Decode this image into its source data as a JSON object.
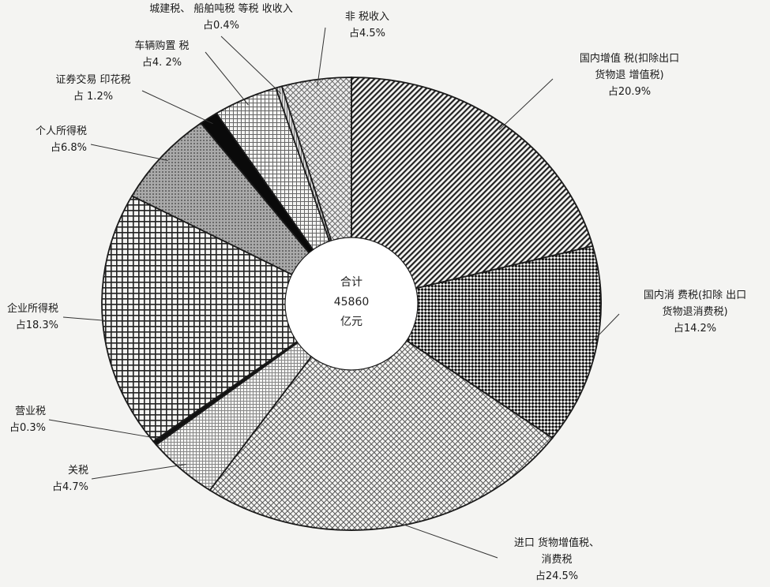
{
  "chart_data": {
    "type": "pie",
    "center_label": [
      "合计",
      "45860",
      "亿元"
    ],
    "slices": [
      {
        "label_lines": [
          "国内增值 税(扣除出口",
          "货物退 增值税)",
          "占20.9%"
        ],
        "value": 20.9
      },
      {
        "label_lines": [
          "国内消 费税(扣除 出口",
          "货物退消费税)",
          "占14.2%"
        ],
        "value": 14.2
      },
      {
        "label_lines": [
          "进口 货物增值税、",
          "消费税",
          "占24.5%"
        ],
        "value": 24.5
      },
      {
        "label_lines": [
          "关税",
          "占4.7%"
        ],
        "value": 4.7
      },
      {
        "label_lines": [
          "营业税",
          "占0.3%"
        ],
        "value": 0.3
      },
      {
        "label_lines": [
          "企业所得税",
          "占18.3%"
        ],
        "value": 18.3
      },
      {
        "label_lines": [
          "个人所得税",
          "占6.8%"
        ],
        "value": 6.8
      },
      {
        "label_lines": [
          "证券交易 印花税",
          "占 1.2%"
        ],
        "value": 1.2
      },
      {
        "label_lines": [
          "车辆购置 税",
          "占4. 2%"
        ],
        "value": 4.2
      },
      {
        "label_lines": [
          "城建税、 船舶吨税 等税 收收入",
          "占0.4%"
        ],
        "value": 0.4
      },
      {
        "label_lines": [
          "非 税收入",
          "占4.5%"
        ],
        "value": 4.5
      }
    ]
  }
}
